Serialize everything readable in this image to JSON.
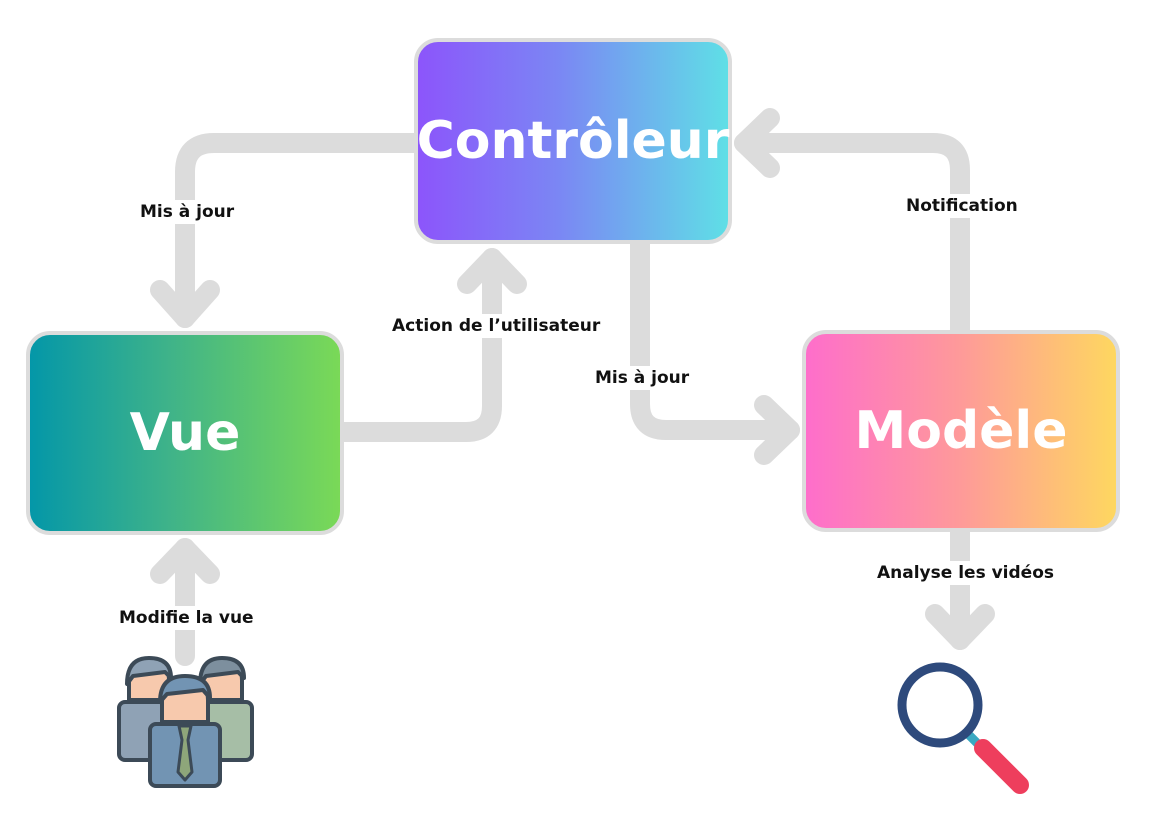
{
  "boxes": {
    "controleur": "Contrôleur",
    "vue": "Vue",
    "modele": "Modèle"
  },
  "edges": {
    "mis_a_jour_vue": "Mis à jour",
    "action_utilisateur": "Action de l’utilisateur",
    "mis_a_jour_modele": "Mis à jour",
    "notification": "Notification",
    "modifie_la_vue": "Modifie la vue",
    "analyse_videos": "Analyse les vidéos"
  },
  "icons": {
    "users": "users-group-icon",
    "search": "magnifying-glass-icon"
  },
  "colors": {
    "arrow": "#dcdcdc",
    "magnifier_ring": "#2e4a7c",
    "magnifier_handle": "#ee3e5d"
  }
}
